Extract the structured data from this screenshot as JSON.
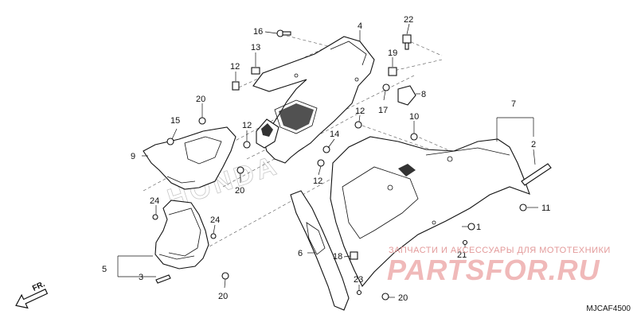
{
  "diagram": {
    "code": "MJCAF4500",
    "front_arrow_label": "FR.",
    "watermark": {
      "brand": "PARTSFOR.RU",
      "tagline": "ЗАПЧАСТИ И АКСЕССУАРЫ ДЛЯ МОТОТЕХНИКИ",
      "logo_text": "HONDA"
    },
    "callouts": [
      "1",
      "2",
      "3",
      "4",
      "5",
      "6",
      "7",
      "8",
      "9",
      "10",
      "11",
      "12",
      "13",
      "14",
      "15",
      "16",
      "17",
      "18",
      "19",
      "20",
      "21",
      "22",
      "23",
      "24"
    ]
  }
}
